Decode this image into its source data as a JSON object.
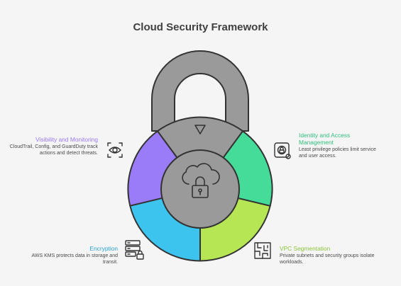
{
  "title": "Cloud Security Framework",
  "sections": {
    "visibility": {
      "title": "Visibility and Monitoring",
      "text": "CloudTrail, Config, and GuardDuty track actions and detect threats.",
      "color": "#9b79ef",
      "icon": "eye-icon"
    },
    "identity": {
      "title": "Identity and Access Management",
      "text": "Least privilege policies limit service and user access.",
      "color": "#2fbf7e",
      "icon": "padlock-badge-icon"
    },
    "encryption": {
      "title": "Encryption",
      "text": "AWS KMS protects data in storage and transit.",
      "color": "#2aa2d4",
      "icon": "server-lock-icon"
    },
    "vpc": {
      "title": "VPC Segmentation",
      "text": "Private subnets and security groups isolate workloads.",
      "color": "#8cc43a",
      "icon": "maze-icon"
    }
  },
  "colors": {
    "purple_segment": "#9b7cf8",
    "green_segment": "#45dc99",
    "blue_segment": "#3dc4ee",
    "lime_segment": "#b6e654",
    "lock_gray": "#9a9a9a"
  }
}
